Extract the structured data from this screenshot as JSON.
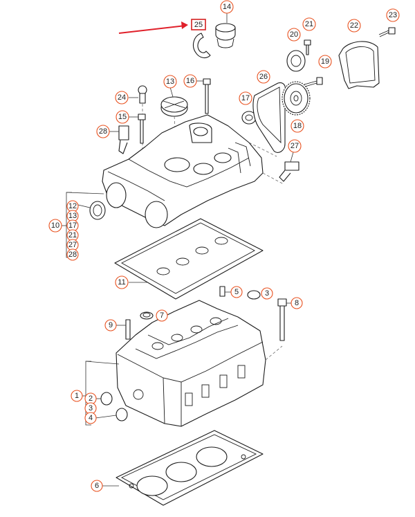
{
  "highlight": {
    "label": "25",
    "box_color": "#d42020",
    "arrow_color": "#e0202a"
  },
  "colors": {
    "callout_ring": "#e8501e",
    "line": "#1a1a1a"
  },
  "callouts": {
    "c1": "1",
    "c2": "2",
    "c3": "3",
    "c4": "4",
    "c5": "5",
    "c3b": "3",
    "c6": "6",
    "c7": "7",
    "c8": "8",
    "c9": "9",
    "c11": "11",
    "c13": "13",
    "c14": "14",
    "c15": "15",
    "c16": "16",
    "c17": "17",
    "c18": "18",
    "c19": "19",
    "c20": "20",
    "c21": "21",
    "c22": "22",
    "c23": "23",
    "c24": "24",
    "c26": "26",
    "c27": "27",
    "c28": "28"
  },
  "group10": {
    "label": "10",
    "members": [
      "12",
      "13",
      "17",
      "21",
      "27",
      "28"
    ]
  }
}
